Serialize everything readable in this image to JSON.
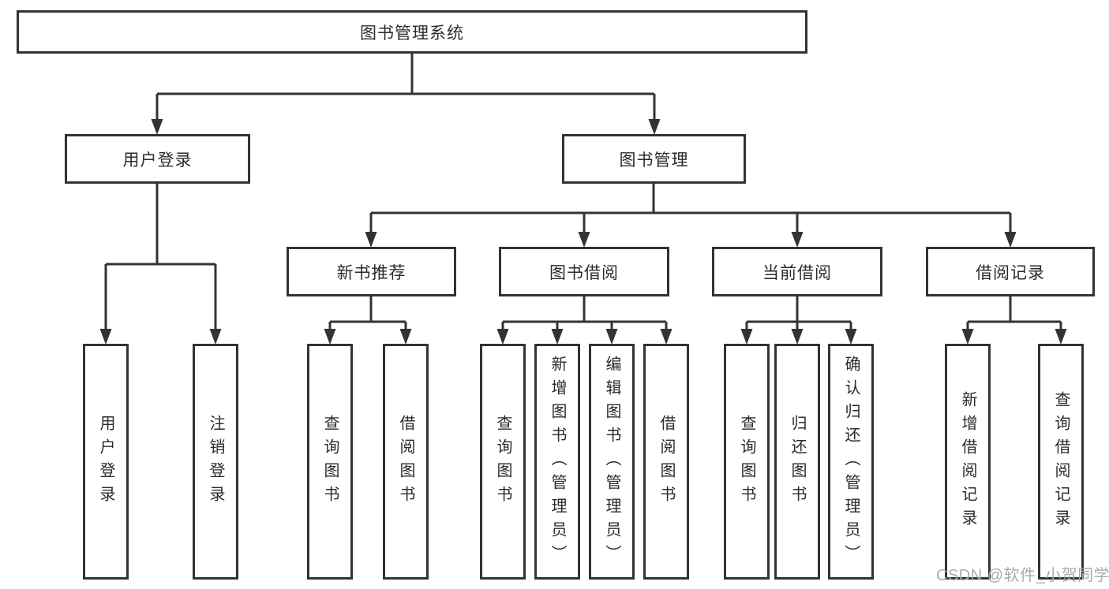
{
  "diagram": {
    "root": {
      "label": "图书管理系统"
    },
    "level2": [
      {
        "label": "用户登录"
      },
      {
        "label": "图书管理"
      }
    ],
    "level3": [
      {
        "label": "新书推荐",
        "parent": "图书管理"
      },
      {
        "label": "图书借阅",
        "parent": "图书管理"
      },
      {
        "label": "当前借阅",
        "parent": "图书管理"
      },
      {
        "label": "借阅记录",
        "parent": "图书管理"
      }
    ],
    "leaves": [
      {
        "label": "用户登录",
        "parent": "用户登录"
      },
      {
        "label": "注销登录",
        "parent": "用户登录"
      },
      {
        "label": "查询图书",
        "parent": "新书推荐"
      },
      {
        "label": "借阅图书",
        "parent": "新书推荐"
      },
      {
        "label": "查询图书",
        "parent": "图书借阅"
      },
      {
        "label": "新增图书（管理员）",
        "parent": "图书借阅"
      },
      {
        "label": "编辑图书（管理员）",
        "parent": "图书借阅"
      },
      {
        "label": "借阅图书",
        "parent": "图书借阅"
      },
      {
        "label": "查询图书",
        "parent": "当前借阅"
      },
      {
        "label": "归还图书",
        "parent": "当前借阅"
      },
      {
        "label": "确认归还（管理员）",
        "parent": "当前借阅"
      },
      {
        "label": "新增借阅记录",
        "parent": "借阅记录"
      },
      {
        "label": "查询借阅记录",
        "parent": "借阅记录"
      }
    ]
  },
  "watermark": {
    "text": "CSDN @软件_小贺同学"
  },
  "colors": {
    "line": "#333333",
    "box_border": "#333333",
    "text": "#2b2b2b",
    "background": "#ffffff",
    "watermark": "#ababab"
  }
}
